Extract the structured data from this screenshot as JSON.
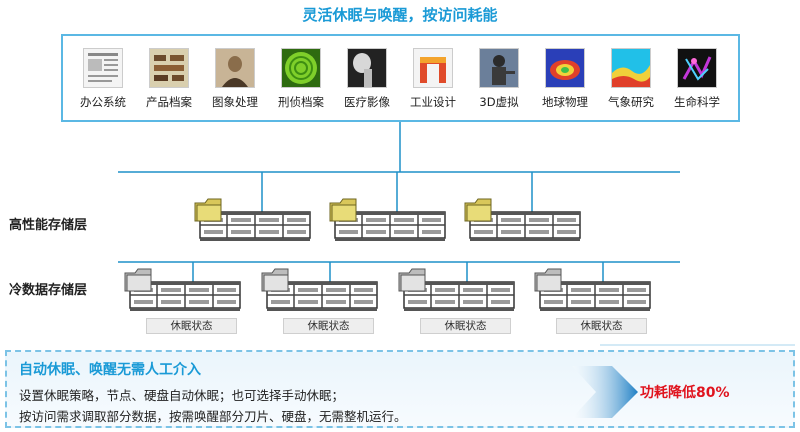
{
  "title": "灵活休眠与唤醒，按访问耗能",
  "apps": [
    {
      "label": "办公系统",
      "icon": "office-document-icon"
    },
    {
      "label": "产品档案",
      "icon": "product-archive-icon"
    },
    {
      "label": "图象处理",
      "icon": "portrait-photo-icon"
    },
    {
      "label": "刑侦档案",
      "icon": "fingerprint-pattern-icon"
    },
    {
      "label": "医疗影像",
      "icon": "xray-icon"
    },
    {
      "label": "工业设计",
      "icon": "cad-model-icon"
    },
    {
      "label": "3D虚拟",
      "icon": "vr-headset-icon"
    },
    {
      "label": "地球物理",
      "icon": "seismic-map-icon"
    },
    {
      "label": "气象研究",
      "icon": "weather-map-icon"
    },
    {
      "label": "生命科学",
      "icon": "molecule-icon"
    }
  ],
  "tiers": {
    "high_performance": "高性能存储层",
    "cold_data": "冷数据存储层"
  },
  "state_labels": [
    "休眠状态",
    "休眠状态",
    "休眠状态",
    "休眠状态"
  ],
  "bottom": {
    "title": "自动休眠、唤醒无需人工介入",
    "line1": "设置休眠策略，节点、硬盘自动休眠；也可选择手动休眠；",
    "line2": "按访问需求调取部分数据，按需唤醒部分刀片、硬盘，无需整机运行。"
  },
  "result": "功耗降低80%",
  "colors": {
    "title": "#1a9ad6",
    "border": "#5bb8e4",
    "line": "#1e90c8",
    "folder_active": "#e6d96b",
    "folder_sleep": "#d0d0d0",
    "result": "#e0141e"
  }
}
